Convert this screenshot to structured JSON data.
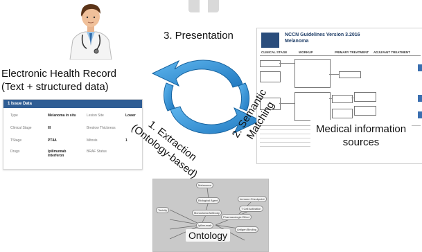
{
  "labels": {
    "presentation": "3. Presentation",
    "ehr_title_line1": "Electronic Health Record",
    "ehr_title_line2": "(Text + structured data)",
    "extraction_line1": "1. Extraction",
    "extraction_line2": "(Ontology-based)",
    "semantic_line1": "2. Semantic",
    "semantic_line2": "Matching",
    "medinfo_line1": "Medical information",
    "medinfo_line2": "sources",
    "ontology": "Ontology"
  },
  "colors": {
    "cycle_arrow": "#2e8fd6",
    "cycle_arrow_dark": "#1a6fb3",
    "ehr_header": "#2f5d94"
  },
  "icons": {
    "doctor": "doctor-icon",
    "cycle": "cycle-arrows-icon"
  },
  "ehr_card": {
    "header": "1 Issue Data",
    "rows": [
      {
        "k1": "Type",
        "v1": "Melanoma in situ",
        "k2": "Lesion Site",
        "v2": "Lower"
      },
      {
        "k1": "Clinical Stage",
        "v1": "III",
        "k2": "Breslow Thickness",
        "v2": ""
      },
      {
        "k1": "TStage",
        "v1": "PT4A",
        "k2": "Mitosis",
        "v2": "1"
      },
      {
        "k1": "Drugs",
        "v1": "Ipilimumab Interferon",
        "k2": "BRAF Status",
        "v2": ""
      }
    ]
  },
  "nccn_doc": {
    "title": "NCCN Guidelines Version 3.2016",
    "subtitle": "Melanoma",
    "col_clinical_stage": "CLINICAL STAGE",
    "col_workup": "WORKUP",
    "col_primary": "PRIMARY TREATMENT",
    "col_adjuvant": "ADJUVANT TREATMENT"
  },
  "ontology_nodes": [
    "Melanoma",
    "Biological Agent",
    "Monoclonal Antibody",
    "Ipilimumab",
    "Toxicity",
    "Antigen Binding",
    "Pharmacologic Effect",
    "T Cell Activation",
    "Immune Checkpoint"
  ]
}
